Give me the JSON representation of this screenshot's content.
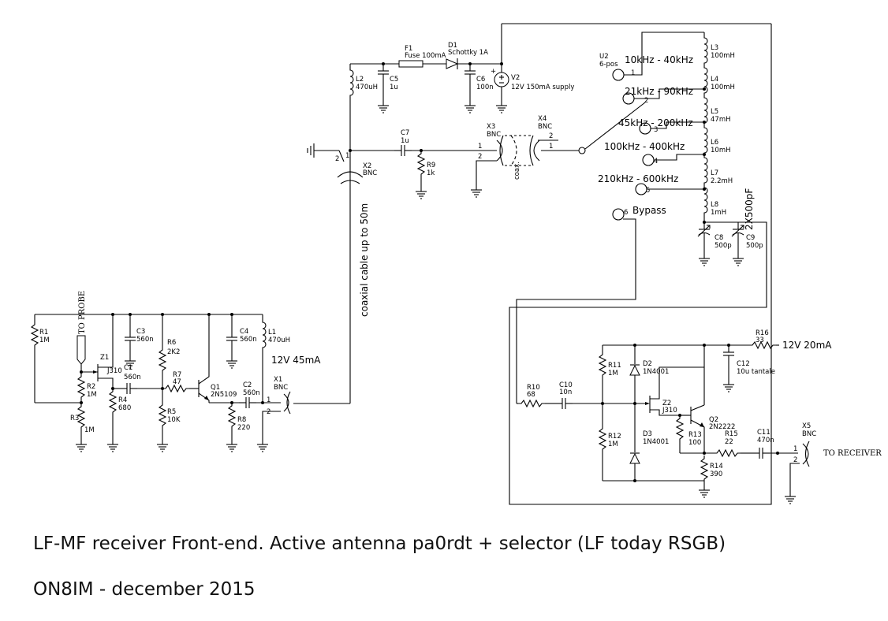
{
  "captions": {
    "title": "LF-MF receiver Front-end. Active antenna pa0rdt + selector (LF today RSGB)",
    "author": "ON8IM - december 2015"
  },
  "labels": {
    "f1": "F1",
    "f1v": "Fuse 100mA",
    "d1": "D1",
    "d1v": "Schottky 1A",
    "v2": "V2",
    "v2v": "12V 150mA supply",
    "c5": "C5",
    "c5v": "1u",
    "c6": "C6",
    "c6v": "100n",
    "l2": "L2",
    "l2v": "470uH",
    "c7": "C7",
    "c7v": "1u",
    "r9": "R9",
    "r9v": "1k",
    "x2": "X2",
    "x2v": "BNC",
    "x3": "X3",
    "x3v": "BNC",
    "x4": "X4",
    "x4v": "BNC",
    "coax": "coax.",
    "coaxial": "coaxial cable up to 50m",
    "u2": "U2",
    "u2v": "6-pos",
    "range1": "10kHz - 40kHz",
    "range2": "21kHz - 90kHz",
    "range3": "45kHz - 200kHz",
    "range4": "100kHz - 400kHz",
    "range5": "210kHz - 600kHz",
    "bypass": "Bypass",
    "l3": "L3",
    "l3v": "100mH",
    "l4": "L4",
    "l4v": "100mH",
    "l5": "L5",
    "l5v": "47mH",
    "l6": "L6",
    "l6v": "10mH",
    "l7": "L7",
    "l7v": "2.2mH",
    "l8": "L8",
    "l8v": "1mH",
    "c8": "C8",
    "c8v": "500p",
    "c9": "C9",
    "c9v": "500p",
    "c2x": "2X500pF",
    "r1": "R1",
    "r1v": "1M",
    "probe": "TO PROBE",
    "z1": "Z1",
    "z1v": "J310",
    "c1": "C1",
    "c1v": "560n",
    "c3": "C3",
    "c3v": "560n",
    "r2": "R2",
    "r2v": "1M",
    "r3": "R3",
    "r3v": "1M",
    "r4": "R4",
    "r4v": "680",
    "r6": "R6",
    "r6v": "2K2",
    "r7": "R7",
    "r7v": "47",
    "r5": "R5",
    "r5v": "10K",
    "q1": "Q1",
    "q1v": "2N5109",
    "c4": "C4",
    "c4v": "560n",
    "l1": "L1",
    "l1v": "470uH",
    "v12a": "12V 45mA",
    "c2": "C2",
    "c2v": "560n",
    "r8": "R8",
    "r8v": "220",
    "x1": "X1",
    "x1v": "BNC",
    "r16": "R16",
    "r16v": "33",
    "v12b": "12V 20mA",
    "c12": "C12",
    "c12v": "10u tantale",
    "r11": "R11",
    "r11v": "1M",
    "r12": "R12",
    "r12v": "1M",
    "d2": "D2",
    "d2v": "1N4001",
    "d3": "D3",
    "d3v": "1N4001",
    "r10": "R10",
    "r10v": "68",
    "c10": "C10",
    "c10v": "10n",
    "z2": "Z2",
    "z2v": "J310",
    "q2": "Q2",
    "q2v": "2N2222",
    "r13": "R13",
    "r13v": "100",
    "r15": "R15",
    "r15v": "22",
    "c11": "C11",
    "c11v": "470n",
    "r14": "R14",
    "r14v": "390",
    "x5": "X5",
    "x5v": "BNC",
    "receiver": "TO RECEIVER",
    "pins": {
      "p1": "1",
      "p2": "2",
      "p3": "3",
      "p4": "4",
      "p5": "5",
      "p6": "6",
      "plus": "+"
    }
  }
}
